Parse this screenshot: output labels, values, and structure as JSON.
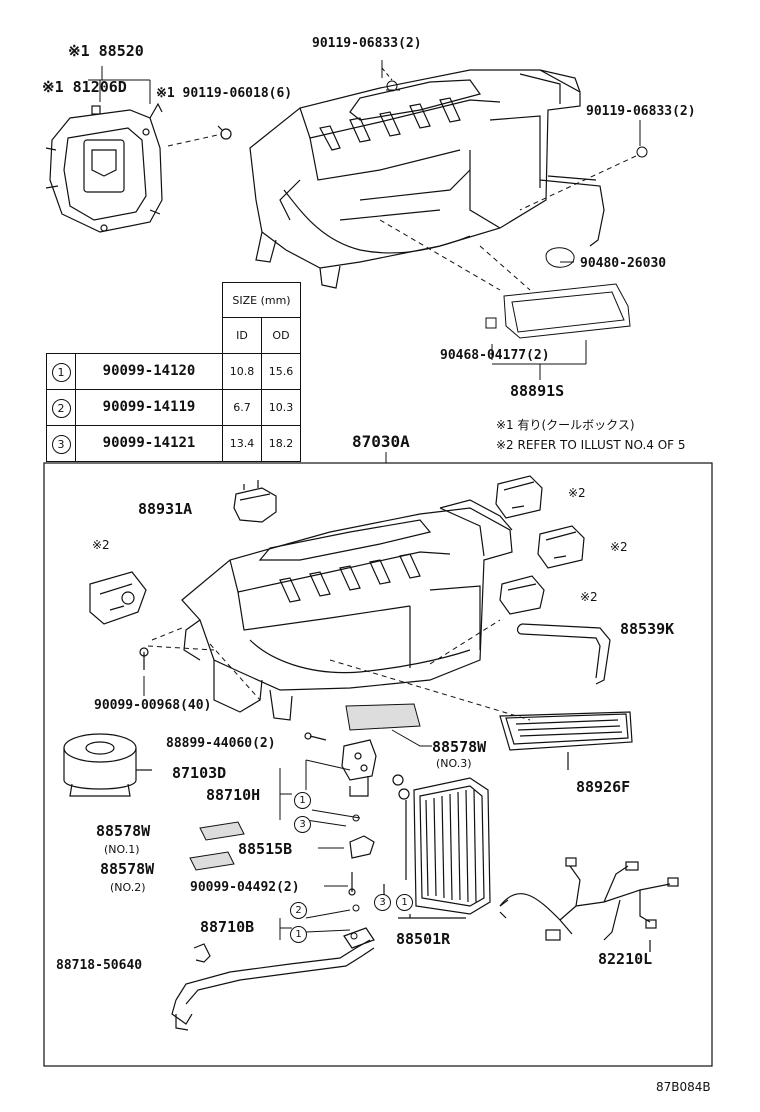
{
  "top": {
    "p88520": "※1 88520",
    "p81206D": "※1 81206D",
    "p90119_06018": "※1 90119-06018(6)",
    "p90119_06833_a": "90119-06833(2)",
    "p90119_06833_b": "90119-06833(2)",
    "p90480_26030": "90480-26030",
    "p90468_04177": "90468-04177(2)",
    "p88891S": "88891S"
  },
  "size_table": {
    "header": "SIZE (mm)",
    "col_id": "ID",
    "col_od": "OD",
    "rows": [
      {
        "circle": "1",
        "part": "90099-14120",
        "id": "10.8",
        "od": "15.6"
      },
      {
        "circle": "2",
        "part": "90099-14119",
        "id": "6.7",
        "od": "10.3"
      },
      {
        "circle": "3",
        "part": "90099-14121",
        "id": "13.4",
        "od": "18.2"
      }
    ]
  },
  "notes": {
    "note1": "※1 有り(クールボックス)",
    "note2": "※2 REFER TO ILLUST NO.4 OF 5"
  },
  "assembly": {
    "title": "87030A",
    "p88931A": "88931A",
    "mark2_a": "※2",
    "mark2_b": "※2",
    "mark2_c": "※2",
    "mark2_d": "※2",
    "p88539K": "88539K",
    "p90099_00968": "90099-00968(40)",
    "p88899_44060": "88899-44060(2)",
    "p88578W_a": "88578W",
    "no3": "(NO.3)",
    "p87103D": "87103D",
    "p88710H": "88710H",
    "p88926F": "88926F",
    "p88578W_b": "88578W",
    "no1": "(NO.1)",
    "p88515B": "88515B",
    "p88578W_c": "88578W",
    "no2": "(NO.2)",
    "p90099_04492": "90099-04492(2)",
    "p88710B": "88710B",
    "p88501R": "88501R",
    "p88718_50640": "88718-50640",
    "p82210L": "82210L",
    "c1": "1",
    "c3": "3",
    "c2": "2"
  },
  "footer": {
    "code": "87B084B"
  }
}
